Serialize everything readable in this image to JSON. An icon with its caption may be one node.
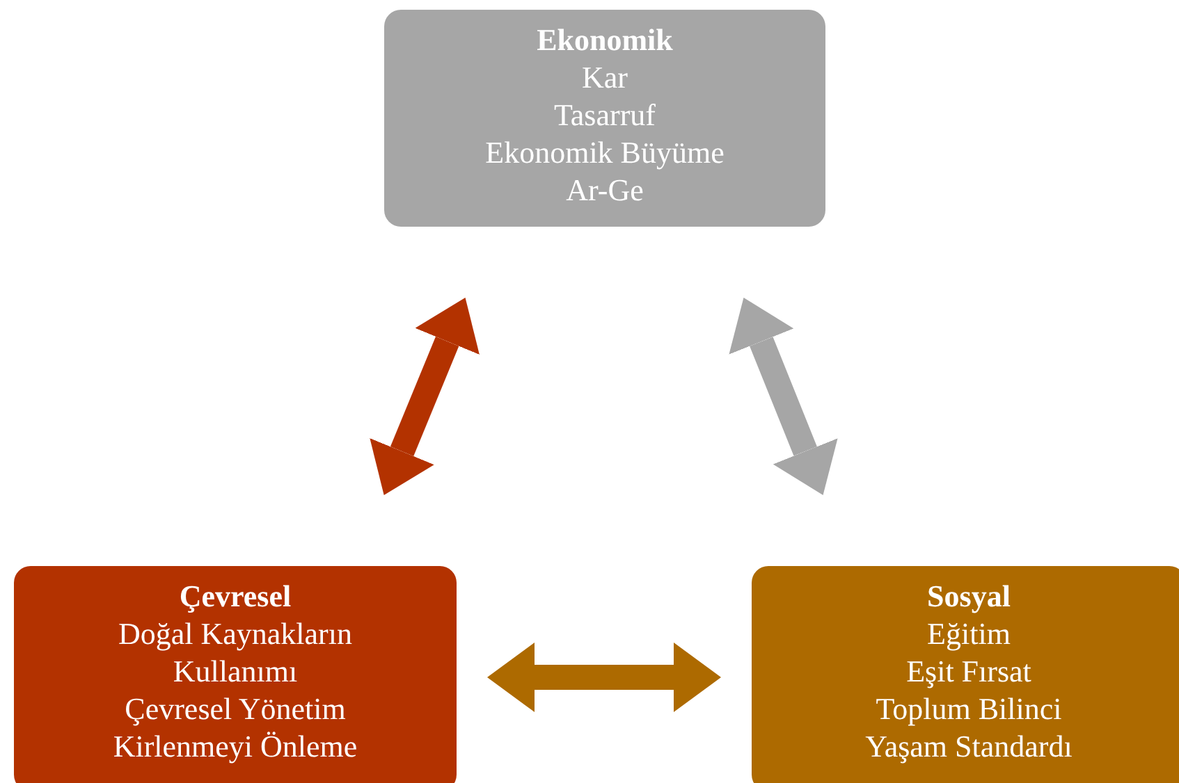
{
  "diagram": {
    "nodes": [
      {
        "text": [
          "Ekonomik",
          "Kar",
          "Tasarruf",
          "Ekonomik Büyüme",
          "Ar-Ge"
        ]
      },
      {
        "text": [
          "Çevresel",
          "Doğal Kaynakların Kullanımı",
          "Çevresel Yönetim",
          "Kirlenmeyi Önleme"
        ]
      },
      {
        "text": [
          "Sosyal",
          "Eğitim",
          "Eşit Fırsat",
          "Toplum Bilinci",
          "Yaşam Standardı"
        ]
      }
    ],
    "edges": [
      {
        "from": 0,
        "to": 1,
        "arrow": "both",
        "color": "#b33200"
      },
      {
        "from": 0,
        "to": 2,
        "arrow": "both",
        "color": "#a6a6a6"
      },
      {
        "from": 1,
        "to": 2,
        "arrow": "both",
        "color": "#ad6a00"
      }
    ]
  }
}
